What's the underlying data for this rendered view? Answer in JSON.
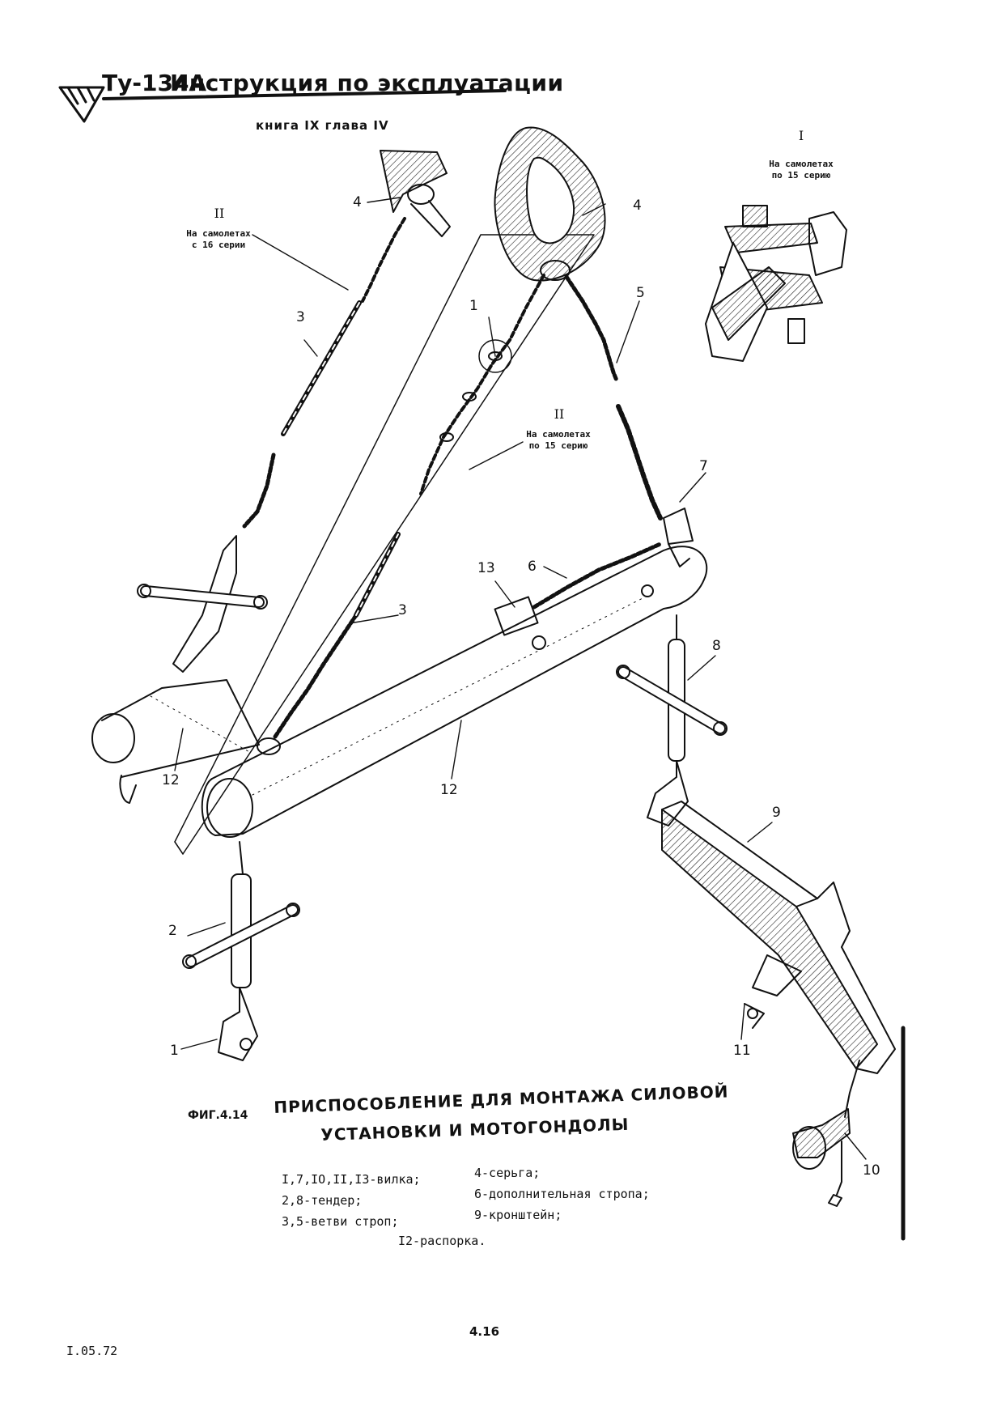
{
  "header": {
    "model": "Ту-134А",
    "title": "Инструкция по эксплуатации",
    "subtitle": "книга IX глава IV"
  },
  "views": {
    "detail_I": {
      "numeral": "I",
      "note_line1": "На самолетах",
      "note_line2": "по 15 серию"
    },
    "detail_II_left": {
      "numeral": "II",
      "note_line1": "На самолетах",
      "note_line2": "с 16 серии"
    },
    "detail_II_center": {
      "numeral": "II",
      "note_line1": "На самолетах",
      "note_line2": "по 15 серию"
    }
  },
  "callouts": [
    "4",
    "4",
    "5",
    "3",
    "1",
    "7",
    "13",
    "6",
    "3",
    "8",
    "12",
    "12",
    "9",
    "2",
    "1",
    "11",
    "10"
  ],
  "caption": {
    "fig": "ФИГ.4.14",
    "line1": "ПРИСПОСОБЛЕНИЕ ДЛЯ МОНТАЖА СИЛОВОЙ",
    "line2": "УСТАНОВКИ И МОТОГОНДОЛЫ"
  },
  "legend": {
    "col1": [
      "I,7,IO,II,I3-вилка;",
      "2,8-тендер;",
      "3,5-ветви строп;"
    ],
    "col2": [
      "4-серьга;",
      "6-дополнительная стропа;",
      "9-кронштейн;"
    ],
    "last": "I2-распорка."
  },
  "footer": {
    "page": "4.16",
    "date": "I.05.72"
  },
  "colors": {
    "ink": "#111111",
    "paper": "#ffffff"
  }
}
